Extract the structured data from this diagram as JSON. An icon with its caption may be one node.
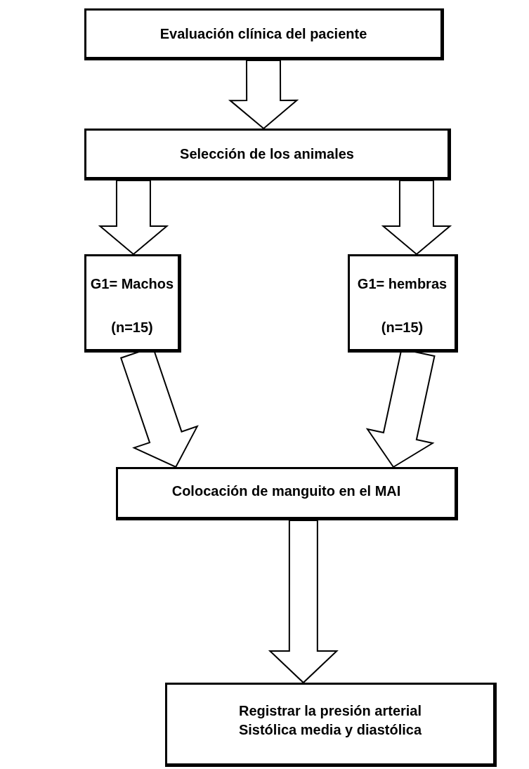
{
  "diagram": {
    "nodes": [
      {
        "text": [
          "Evaluación clínica del paciente"
        ]
      },
      {
        "text": [
          "Selección de los animales"
        ]
      },
      {
        "text": [
          "G1= Machos",
          "(n=15)"
        ]
      },
      {
        "text": [
          "G1= hembras",
          "(n=15)"
        ]
      },
      {
        "text": [
          "Colocación de manguito en el MAI"
        ]
      },
      {
        "text": [
          "Registrar la presión arterial Sistólica media y diastólica"
        ]
      }
    ],
    "edges": [
      {
        "from": 0,
        "to": 1,
        "arrow": "to"
      },
      {
        "from": 1,
        "to": 2,
        "arrow": "to"
      },
      {
        "from": 1,
        "to": 3,
        "arrow": "to"
      },
      {
        "from": 2,
        "to": 4,
        "arrow": "to"
      },
      {
        "from": 3,
        "to": 4,
        "arrow": "to"
      },
      {
        "from": 4,
        "to": 5,
        "arrow": "to"
      }
    ]
  }
}
